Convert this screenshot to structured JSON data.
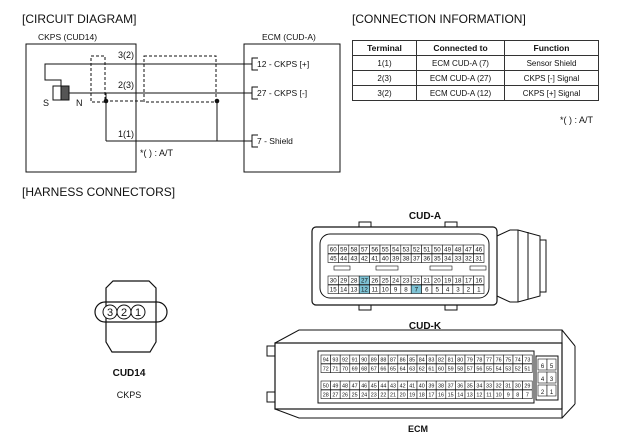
{
  "sections": {
    "circuit_title": "[CIRCUIT DIAGRAM]",
    "connection_title": "[CONNECTION INFORMATION]",
    "harness_title": "[HARNESS CONNECTORS]"
  },
  "circuit": {
    "sensor_box_label": "CKPS (CUD14)",
    "ecm_box_label": "ECM (CUD-A)",
    "sensor_s": "S",
    "sensor_n": "N",
    "wire_top_label": "3(2)",
    "wire_mid_label": "2(3)",
    "wire_bot_label": "1(1)",
    "ecm_pin_top": "12 - CKPS [+]",
    "ecm_pin_mid": "27 - CKPS [-]",
    "ecm_pin_bot": "7 - Shield",
    "note": "*( ) : A/T"
  },
  "connection": {
    "headers": [
      "Terminal",
      "Connected to",
      "Function"
    ],
    "rows": [
      [
        "1(1)",
        "ECM CUD-A (7)",
        "Sensor Shield"
      ],
      [
        "2(3)",
        "ECM CUD-A (27)",
        "CKPS [-] Signal"
      ],
      [
        "3(2)",
        "ECM CUD-A (12)",
        "CKPS [+] Signal"
      ]
    ],
    "note": "*( ) : A/T"
  },
  "cud14": {
    "pins": [
      "3",
      "2",
      "1"
    ],
    "name": "CUD14",
    "desc": "CKPS"
  },
  "cuda": {
    "title": "CUD-A",
    "row1": [
      "60",
      "59",
      "58",
      "57",
      "56",
      "55",
      "54",
      "53",
      "52",
      "51",
      "50",
      "49",
      "48",
      "47",
      "46"
    ],
    "row2": [
      "45",
      "44",
      "43",
      "42",
      "41",
      "40",
      "39",
      "38",
      "37",
      "36",
      "35",
      "34",
      "33",
      "32",
      "31"
    ],
    "row3": [
      "30",
      "29",
      "28",
      "27",
      "26",
      "25",
      "24",
      "23",
      "22",
      "21",
      "20",
      "19",
      "18",
      "17",
      "16"
    ],
    "row4": [
      "15",
      "14",
      "13",
      "12",
      "11",
      "10",
      "9",
      "8",
      "7",
      "6",
      "5",
      "4",
      "3",
      "2",
      "1"
    ],
    "highlight": [
      "27",
      "12",
      "7"
    ],
    "highlight_color": "#7fc4d6"
  },
  "cudk": {
    "title": "CUD-K",
    "row1": [
      "94",
      "93",
      "92",
      "91",
      "90",
      "89",
      "88",
      "87",
      "86",
      "85",
      "84",
      "83",
      "82",
      "81",
      "80",
      "79",
      "78",
      "77",
      "76",
      "75",
      "74",
      "73"
    ],
    "row2": [
      "72",
      "71",
      "70",
      "69",
      "68",
      "67",
      "66",
      "65",
      "64",
      "63",
      "62",
      "61",
      "60",
      "59",
      "58",
      "57",
      "56",
      "55",
      "54",
      "53",
      "52",
      "51"
    ],
    "row3": [
      "50",
      "49",
      "48",
      "47",
      "46",
      "45",
      "44",
      "43",
      "42",
      "41",
      "40",
      "39",
      "38",
      "37",
      "36",
      "35",
      "34",
      "33",
      "32",
      "31",
      "30",
      "29"
    ],
    "row4": [
      "28",
      "27",
      "26",
      "25",
      "24",
      "23",
      "22",
      "21",
      "20",
      "19",
      "18",
      "17",
      "16",
      "15",
      "14",
      "13",
      "12",
      "11",
      "10",
      "9",
      "8",
      "7"
    ],
    "side": [
      [
        "6",
        "5"
      ],
      [
        "4",
        "3"
      ],
      [
        "2",
        "1"
      ]
    ],
    "label": "ECM"
  }
}
